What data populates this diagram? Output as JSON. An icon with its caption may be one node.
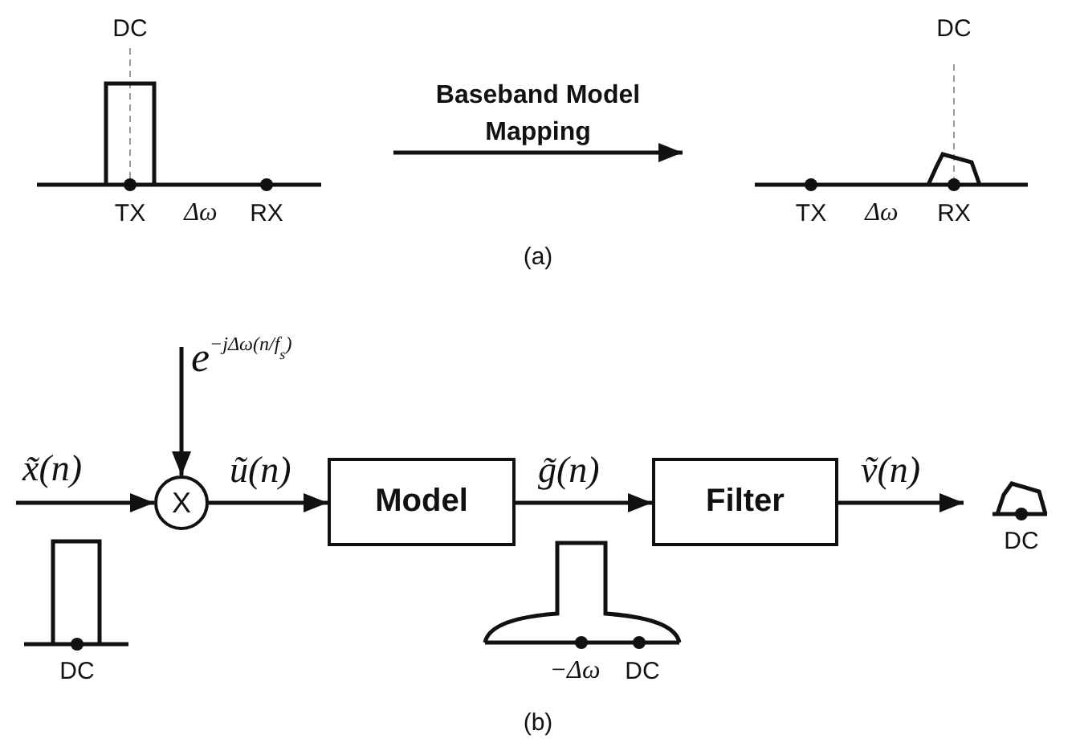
{
  "diagram": {
    "nodes": [
      {
        "text": [
          "DC",
          "TX",
          "Δω",
          "RX"
        ]
      },
      {
        "text": [
          "DC",
          "TX",
          "Δω",
          "RX"
        ]
      },
      {
        "text": [
          "X"
        ]
      },
      {
        "text": [
          "Model"
        ]
      },
      {
        "text": [
          "Filter"
        ]
      },
      {
        "text": [
          "DC"
        ]
      }
    ],
    "edges": [
      {
        "from": 0,
        "to": 1,
        "arrow": "to",
        "label": "Baseband Model Mapping"
      },
      {
        "from": null,
        "to": 2,
        "arrow": "to",
        "label": "x̃(n)"
      },
      {
        "from": null,
        "to": 2,
        "arrow": "to",
        "label": "e$^{−jΔω(n/f}$$_{s}$$^{)}$"
      },
      {
        "from": 2,
        "to": 3,
        "arrow": "to",
        "label": "ũ(n)"
      },
      {
        "from": 3,
        "to": 4,
        "arrow": "to",
        "label": "g̃(n)"
      },
      {
        "from": 4,
        "to": 5,
        "arrow": "to",
        "label": "ṽ(n)"
      }
    ],
    "labels": [
      "(a)",
      "DC",
      "−Δω",
      "DC",
      "(b)"
    ]
  }
}
